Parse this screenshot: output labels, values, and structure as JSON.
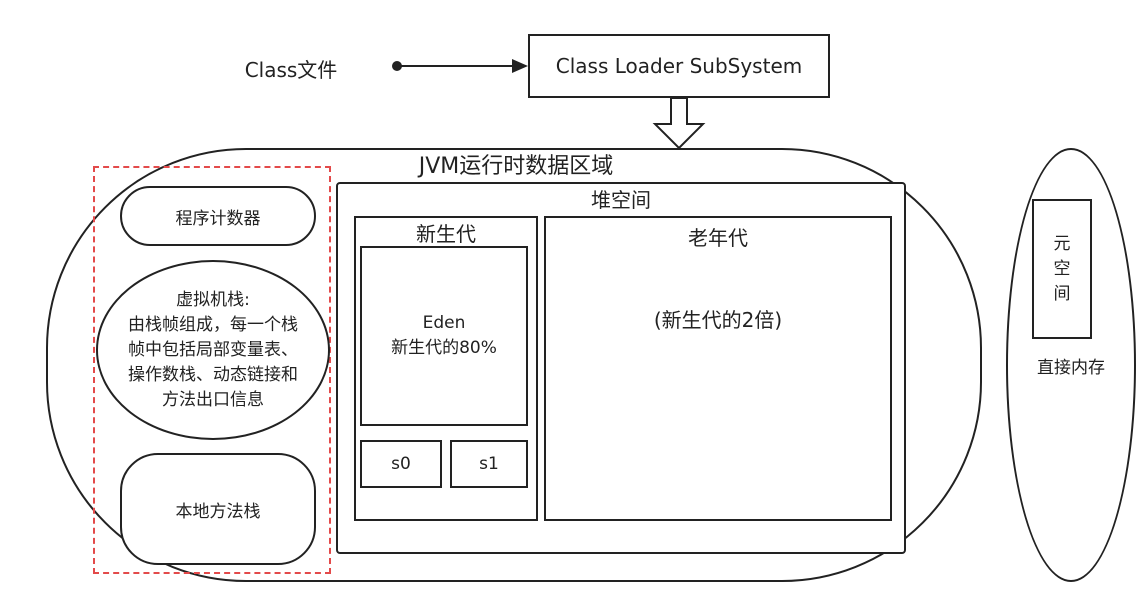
{
  "flow": {
    "class_file": "Class文件",
    "class_loader": "Class Loader SubSystem"
  },
  "runtime": {
    "title": "JVM运行时数据区域",
    "pc_register": "程序计数器",
    "vm_stack_lines": [
      "虚拟机栈:",
      "由栈帧组成，每一个栈",
      "帧中包括局部变量表、",
      "操作数栈、动态链接和",
      "方法出口信息"
    ],
    "native_stack": "本地方法栈"
  },
  "heap": {
    "title": "堆空间",
    "young_gen": {
      "title": "新生代",
      "eden_name": "Eden",
      "eden_note": "新生代的80%",
      "s0": "s0",
      "s1": "s1"
    },
    "old_gen": {
      "title": "老年代",
      "note": "(新生代的2倍)"
    }
  },
  "direct_memory": {
    "metaspace_chars": [
      "元",
      "空",
      "间"
    ],
    "label": "直接内存"
  },
  "colors": {
    "stroke": "#222222",
    "dashed_border": "#e34a4a"
  },
  "icons": {
    "flow_arrow": "arrow-right-icon",
    "down_arrow": "hollow-arrow-down-icon"
  }
}
